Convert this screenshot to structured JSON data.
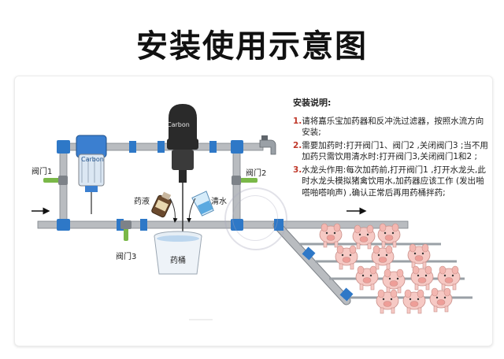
{
  "title": "安装使用示意图",
  "labels": {
    "valve1": "阀门1",
    "valve2": "阀门2",
    "valve3": "阀门3",
    "medicine": "药液",
    "water": "清水",
    "bucket": "药桶",
    "brand": "Carbon"
  },
  "instructions": {
    "heading": "安装说明:",
    "steps": [
      {
        "num": "1.",
        "text": "请将嘉乐宝加药器和反冲洗过滤器，按照水流方向安装;"
      },
      {
        "num": "2.",
        "text": "需要加药时:打开阀门1、阀门2 ,关闭阀门3 ;当不用加药只需饮用清水时:打开阀门3,关闭阀门1和2 ;"
      },
      {
        "num": "3.",
        "text": "水龙头作用:每次加药前,打开阀门1 ,打开水龙头,此时水龙头模拟猪禽饮用水,加药器应该工作 (发出啪嗒啪嗒响声) ,确认正常后再用药桶拌药;"
      }
    ]
  },
  "colors": {
    "pipe": "#b9bcc0",
    "pipe_edge": "#7d8288",
    "coupling": "#2e78c7",
    "valve": "#7ab848",
    "doser": "#2a2a2a",
    "filter_blue": "#3b7fd0",
    "pig": "#f6c9c4",
    "step_num": "#c0392b"
  }
}
